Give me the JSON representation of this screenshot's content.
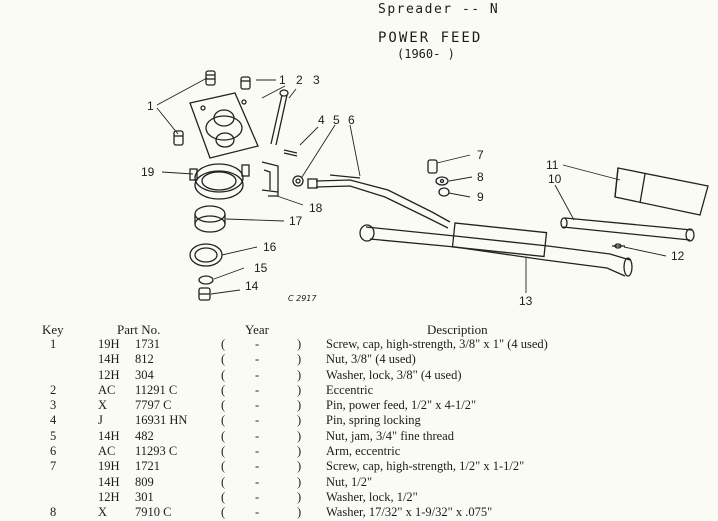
{
  "header": "Spreader -- N",
  "title": "POWER FEED",
  "subtitle": "(1960-        )",
  "drawing_id": "C 2917",
  "callouts": [
    "1",
    "1",
    "2",
    "3",
    "4",
    "5",
    "6",
    "7",
    "8",
    "9",
    "11",
    "10",
    "12",
    "13",
    "14",
    "15",
    "16",
    "17",
    "18",
    "19"
  ],
  "columns": {
    "key": "Key",
    "part_no": "Part No.",
    "year": "Year",
    "description": "Description"
  },
  "rows": [
    {
      "key": "1",
      "prefix": "19H",
      "number": "1731",
      "lp": "(",
      "year": "-",
      "rp": ")",
      "description": "Screw, cap, high-strength, 3/8\" x 1\" (4 used)"
    },
    {
      "key": "",
      "prefix": "14H",
      "number": "812",
      "lp": "(",
      "year": "-",
      "rp": ")",
      "description": "Nut, 3/8\" (4 used)"
    },
    {
      "key": "",
      "prefix": "12H",
      "number": "304",
      "lp": "(",
      "year": "-",
      "rp": ")",
      "description": "Washer, lock, 3/8\" (4 used)"
    },
    {
      "key": "2",
      "prefix": "AC",
      "number": "11291 C",
      "lp": "(",
      "year": "-",
      "rp": ")",
      "description": "Eccentric"
    },
    {
      "key": "3",
      "prefix": "X",
      "number": "7797 C",
      "lp": "(",
      "year": "-",
      "rp": ")",
      "description": "Pin, power feed, 1/2\" x 4-1/2\""
    },
    {
      "key": "4",
      "prefix": "J",
      "number": "16931 HN",
      "lp": "(",
      "year": "-",
      "rp": ")",
      "description": "Pin, spring locking"
    },
    {
      "key": "5",
      "prefix": "14H",
      "number": "482",
      "lp": "(",
      "year": "-",
      "rp": ")",
      "description": "Nut, jam, 3/4\" fine thread"
    },
    {
      "key": "6",
      "prefix": "AC",
      "number": "11293 C",
      "lp": "(",
      "year": "-",
      "rp": ")",
      "description": "Arm, eccentric"
    },
    {
      "key": "7",
      "prefix": "19H",
      "number": "1721",
      "lp": "(",
      "year": "-",
      "rp": ")",
      "description": "Screw, cap, high-strength, 1/2\" x 1-1/2\""
    },
    {
      "key": "",
      "prefix": "14H",
      "number": "809",
      "lp": "(",
      "year": "-",
      "rp": ")",
      "description": "Nut, 1/2\""
    },
    {
      "key": "",
      "prefix": "12H",
      "number": "301",
      "lp": "(",
      "year": "-",
      "rp": ")",
      "description": "Washer, lock, 1/2\""
    },
    {
      "key": "8",
      "prefix": "X",
      "number": "7910 C",
      "lp": "(",
      "year": "-",
      "rp": ")",
      "description": "Washer, 17/32\" x 1-9/32\" x .075\""
    }
  ]
}
